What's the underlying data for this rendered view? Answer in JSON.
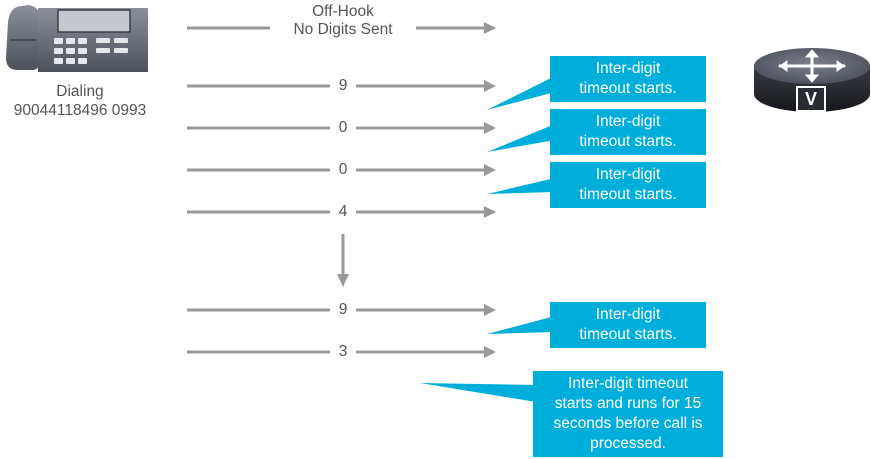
{
  "phone": {
    "caption_line1": "Dialing",
    "caption_line2": "90044118496 0993"
  },
  "off_hook": {
    "line1": "Off-Hook",
    "line2": "No Digits Sent"
  },
  "digits": [
    "9",
    "0",
    "0",
    "4",
    "9",
    "3"
  ],
  "callouts": {
    "short_line1": "Inter-digit",
    "short_line2": "timeout starts.",
    "final_line1": "Inter-digit timeout",
    "final_line2": "starts and runs for 15",
    "final_line3": "seconds before call is",
    "final_line4": "processed."
  },
  "router": {
    "badge_letter": "V"
  },
  "colors": {
    "arrow": "#999999",
    "callout": "#00aedb",
    "text": "#555555"
  }
}
